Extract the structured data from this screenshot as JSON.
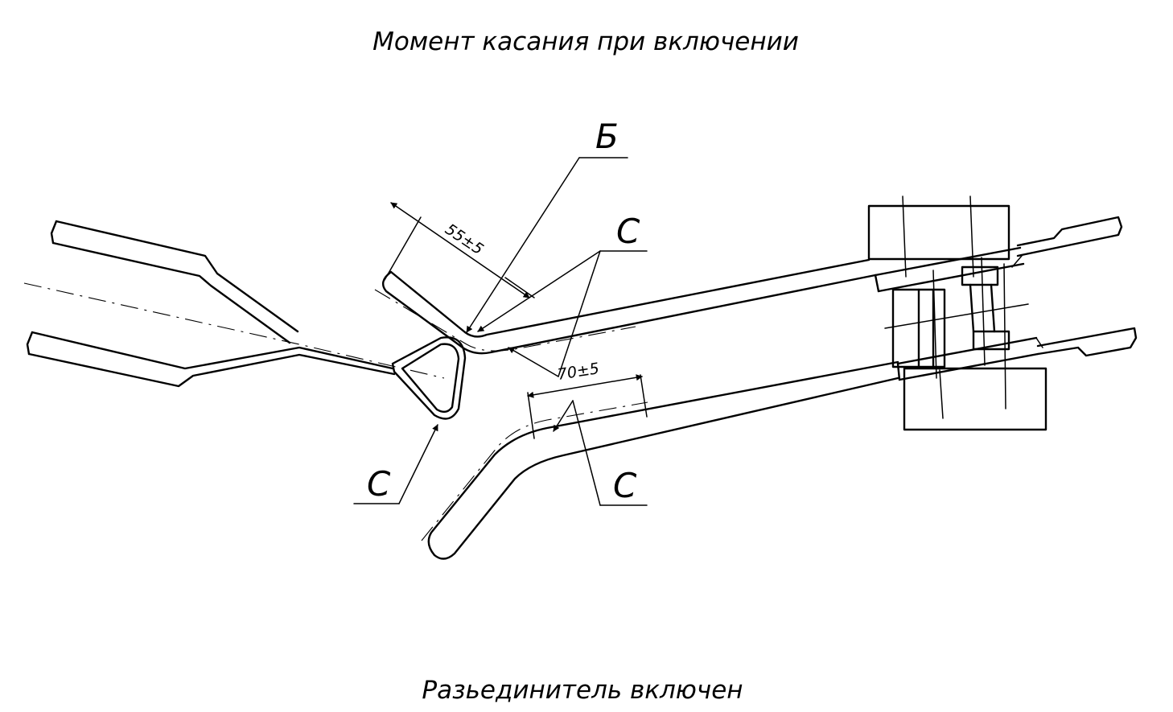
{
  "caption_top": "Момент касания при включении",
  "caption_bottom": "Разьединитель включен",
  "labels": {
    "b": "Б",
    "c1": "С",
    "c2": "С",
    "c3": "С"
  },
  "dimensions": {
    "d1": "55±5",
    "d2": "70±5"
  }
}
